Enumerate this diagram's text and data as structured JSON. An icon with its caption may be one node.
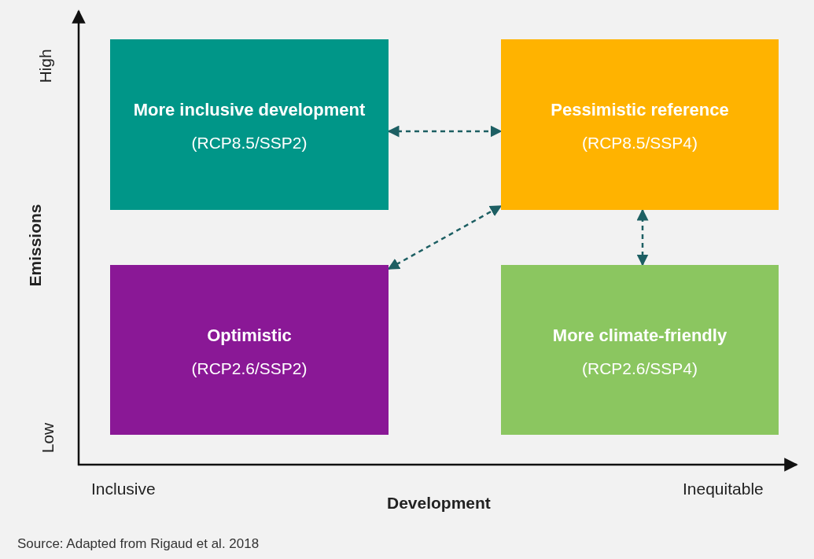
{
  "diagram": {
    "caption": "Source: Adapted from Rigaud et al. 2018",
    "nodes": [
      {
        "text": [
          "More inclusive development",
          "(RCP8.5/SSP2)"
        ]
      },
      {
        "text": [
          "Pessimistic reference",
          "(RCP8.5/SSP4)"
        ]
      },
      {
        "text": [
          "Optimistic",
          "(RCP2.6/SSP2)"
        ]
      },
      {
        "text": [
          "More climate-friendly",
          "(RCP2.6/SSP4)"
        ]
      }
    ],
    "edges": [
      {
        "from": 0,
        "to": 1,
        "arrow": "both",
        "style": "dashed"
      },
      {
        "from": 1,
        "to": 2,
        "arrow": "both",
        "style": "dashed"
      },
      {
        "from": 1,
        "to": 3,
        "arrow": "both",
        "style": "dashed"
      }
    ],
    "labels": [
      "High",
      "Emissions",
      "Low",
      "Inclusive",
      "Development",
      "Inequitable"
    ]
  }
}
